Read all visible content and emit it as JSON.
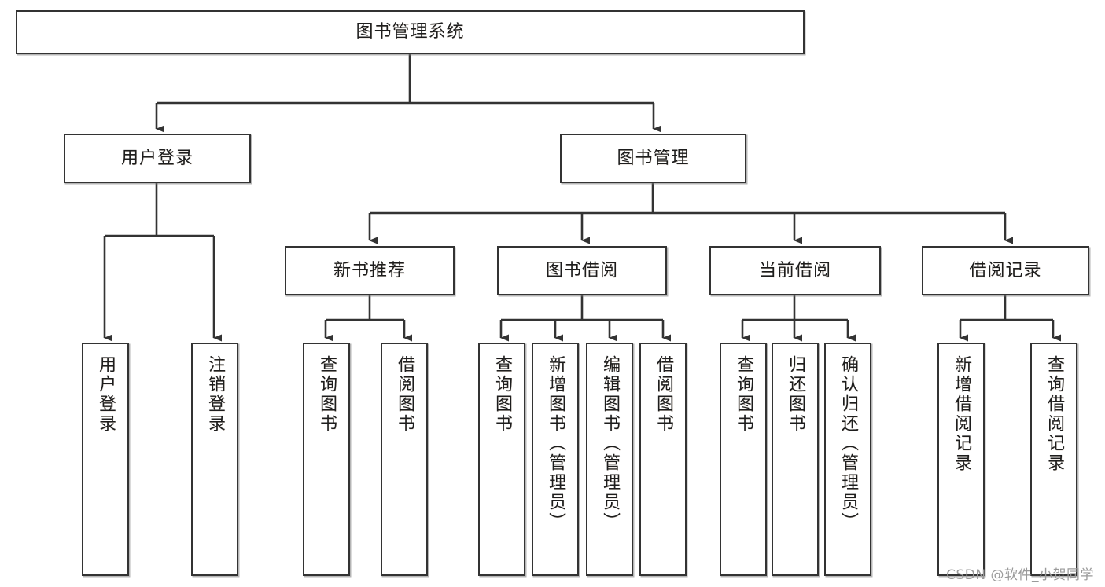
{
  "diagram": {
    "type": "tree-hierarchy",
    "title": "图书管理系统",
    "watermark": "CSDN @软件_小贺同学",
    "colors": {
      "border": "#333333",
      "background": "#ffffff",
      "text": "#1d1d1d",
      "watermark": "#9a9a9a"
    },
    "levels": {
      "root": {
        "label": "图书管理系统"
      },
      "level2": [
        {
          "label": "用户登录"
        },
        {
          "label": "图书管理"
        }
      ],
      "level3": [
        {
          "label": "新书推荐"
        },
        {
          "label": "图书借阅"
        },
        {
          "label": "当前借阅"
        },
        {
          "label": "借阅记录"
        }
      ],
      "leaves": [
        {
          "label": "用户登录"
        },
        {
          "label": "注销登录"
        },
        {
          "label": "查询图书"
        },
        {
          "label": "借阅图书"
        },
        {
          "label": "查询图书"
        },
        {
          "label": "新增图书（管理员）"
        },
        {
          "label": "编辑图书（管理员）"
        },
        {
          "label": "借阅图书"
        },
        {
          "label": "查询图书"
        },
        {
          "label": "归还图书"
        },
        {
          "label": "确认归还（管理员）"
        },
        {
          "label": "新增借阅记录"
        },
        {
          "label": "查询借阅记录"
        }
      ]
    },
    "edges": [
      {
        "from": "图书管理系统",
        "to": "用户登录"
      },
      {
        "from": "图书管理系统",
        "to": "图书管理"
      },
      {
        "from": "用户登录",
        "to": "用户登录"
      },
      {
        "from": "用户登录",
        "to": "注销登录"
      },
      {
        "from": "图书管理",
        "to": "新书推荐"
      },
      {
        "from": "图书管理",
        "to": "图书借阅"
      },
      {
        "from": "图书管理",
        "to": "当前借阅"
      },
      {
        "from": "图书管理",
        "to": "借阅记录"
      },
      {
        "from": "新书推荐",
        "to": "查询图书"
      },
      {
        "from": "新书推荐",
        "to": "借阅图书"
      },
      {
        "from": "图书借阅",
        "to": "查询图书"
      },
      {
        "from": "图书借阅",
        "to": "新增图书（管理员）"
      },
      {
        "from": "图书借阅",
        "to": "编辑图书（管理员）"
      },
      {
        "from": "图书借阅",
        "to": "借阅图书"
      },
      {
        "from": "当前借阅",
        "to": "查询图书"
      },
      {
        "from": "当前借阅",
        "to": "归还图书"
      },
      {
        "from": "当前借阅",
        "to": "确认归还（管理员）"
      },
      {
        "from": "借阅记录",
        "to": "新增借阅记录"
      },
      {
        "from": "借阅记录",
        "to": "查询借阅记录"
      }
    ]
  }
}
